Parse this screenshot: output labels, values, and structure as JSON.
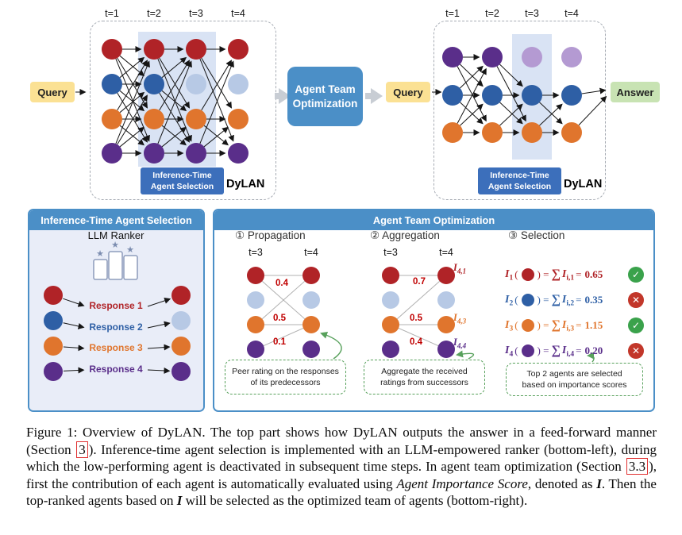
{
  "palette": {
    "red": "#b02327",
    "blue": "#2e5fa5",
    "blue_faded": "#b7c9e5",
    "orange": "#e0752d",
    "purple": "#5a2e8a",
    "purple_faded": "#b49ad2",
    "header_blue": "#4b8fc7",
    "ato_blue": "#4b8fc7",
    "selection_box_blue": "#3c6fbb",
    "query_yellow": "#fbe194",
    "answer_green": "#c8e3b3",
    "band_blue": "#d9e3f4",
    "panel_lavender": "#e9edf8",
    "note_green": "#58a15c",
    "weight_red": "#c00000",
    "check_green": "#3aa24b",
    "cross_red": "#c2372a",
    "block_arrow_gray": "#c8cdd4"
  },
  "icons": {
    "star": "★",
    "check": "✓",
    "cross": "✕"
  },
  "top": {
    "left": {
      "query": "Query",
      "time_labels": [
        "t=1",
        "t=2",
        "t=3",
        "t=4"
      ],
      "selection_label": "Inference-Time\nAgent Selection",
      "brand": "DyLAN"
    },
    "middle": {
      "label": "Agent Team\nOptimization"
    },
    "right": {
      "query": "Query",
      "answer": "Answer",
      "time_labels": [
        "t=1",
        "t=2",
        "t=3",
        "t=4"
      ],
      "selection_label": "Inference-Time\nAgent Selection",
      "brand": "DyLAN"
    }
  },
  "ranker": {
    "header": "Inference-Time Agent Selection",
    "title": "LLM Ranker",
    "responses": [
      "Response 1",
      "Response 2",
      "Response 3",
      "Response 4"
    ]
  },
  "optimization": {
    "header": "Agent Team Optimization",
    "propagation": {
      "title": "① Propagation",
      "t_labels": [
        "t=3",
        "t=4"
      ],
      "weights": [
        "0.4",
        "0.5",
        "0.1"
      ],
      "note": "Peer rating on the responses\nof its predecessors"
    },
    "aggregation": {
      "title": "② Aggregation",
      "t_labels": [
        "t=3",
        "t=4"
      ],
      "weights": [
        "0.7",
        "0.5",
        "0.4"
      ],
      "node_labels": [
        {
          "sym": "I",
          "sub": "4,1"
        },
        {
          "sym": "I",
          "sub": "4,3"
        },
        {
          "sym": "I",
          "sub": "4,4"
        }
      ],
      "note": "Aggregate the received\nratings from successors"
    },
    "selection": {
      "title": "③ Selection",
      "rows": [
        {
          "sym": "I",
          "sub": "1",
          "open": "(",
          "close": ") =",
          "sigma": "∑",
          "ssym": "I",
          "ssub": "i,1",
          "eq": "=",
          "value": "0.65",
          "status": "pass"
        },
        {
          "sym": "I",
          "sub": "2",
          "open": "(",
          "close": ") =",
          "sigma": "∑",
          "ssym": "I",
          "ssub": "i,2",
          "eq": "=",
          "value": "0.35",
          "status": "fail"
        },
        {
          "sym": "I",
          "sub": "3",
          "open": "(",
          "close": ") =",
          "sigma": "∑",
          "ssym": "I",
          "ssub": "i,3",
          "eq": "=",
          "value": "1.15",
          "status": "pass"
        },
        {
          "sym": "I",
          "sub": "4",
          "open": "(",
          "close": ") =",
          "sigma": "∑",
          "ssym": "I",
          "ssub": "i,4",
          "eq": "=",
          "value": "0.20",
          "status": "fail"
        }
      ],
      "note": "Top 2 agents are selected\nbased on importance scores"
    }
  },
  "caption": {
    "p1": "Figure 1: Overview of DyLAN. The top part shows how DyLAN outputs the answer in a feed-forward manner (Section ",
    "ref1": "3",
    "p2": "). Inference-time agent selection is implemented with an LLM-empowered ranker (bottom-left), during which the low-performing agent is deactivated in subsequent time steps. In agent team optimization (Section ",
    "ref2": "3.3",
    "p3": "), first the contribution of each agent is automatically evaluated using ",
    "em1": "Agent Importance Score",
    "p4": ", denoted as ",
    "bi1": "I",
    "p5": ". Then the top-ranked agents based on ",
    "bi2": "I",
    "p6": " will be selected as the optimized team of agents (bottom-right)."
  }
}
